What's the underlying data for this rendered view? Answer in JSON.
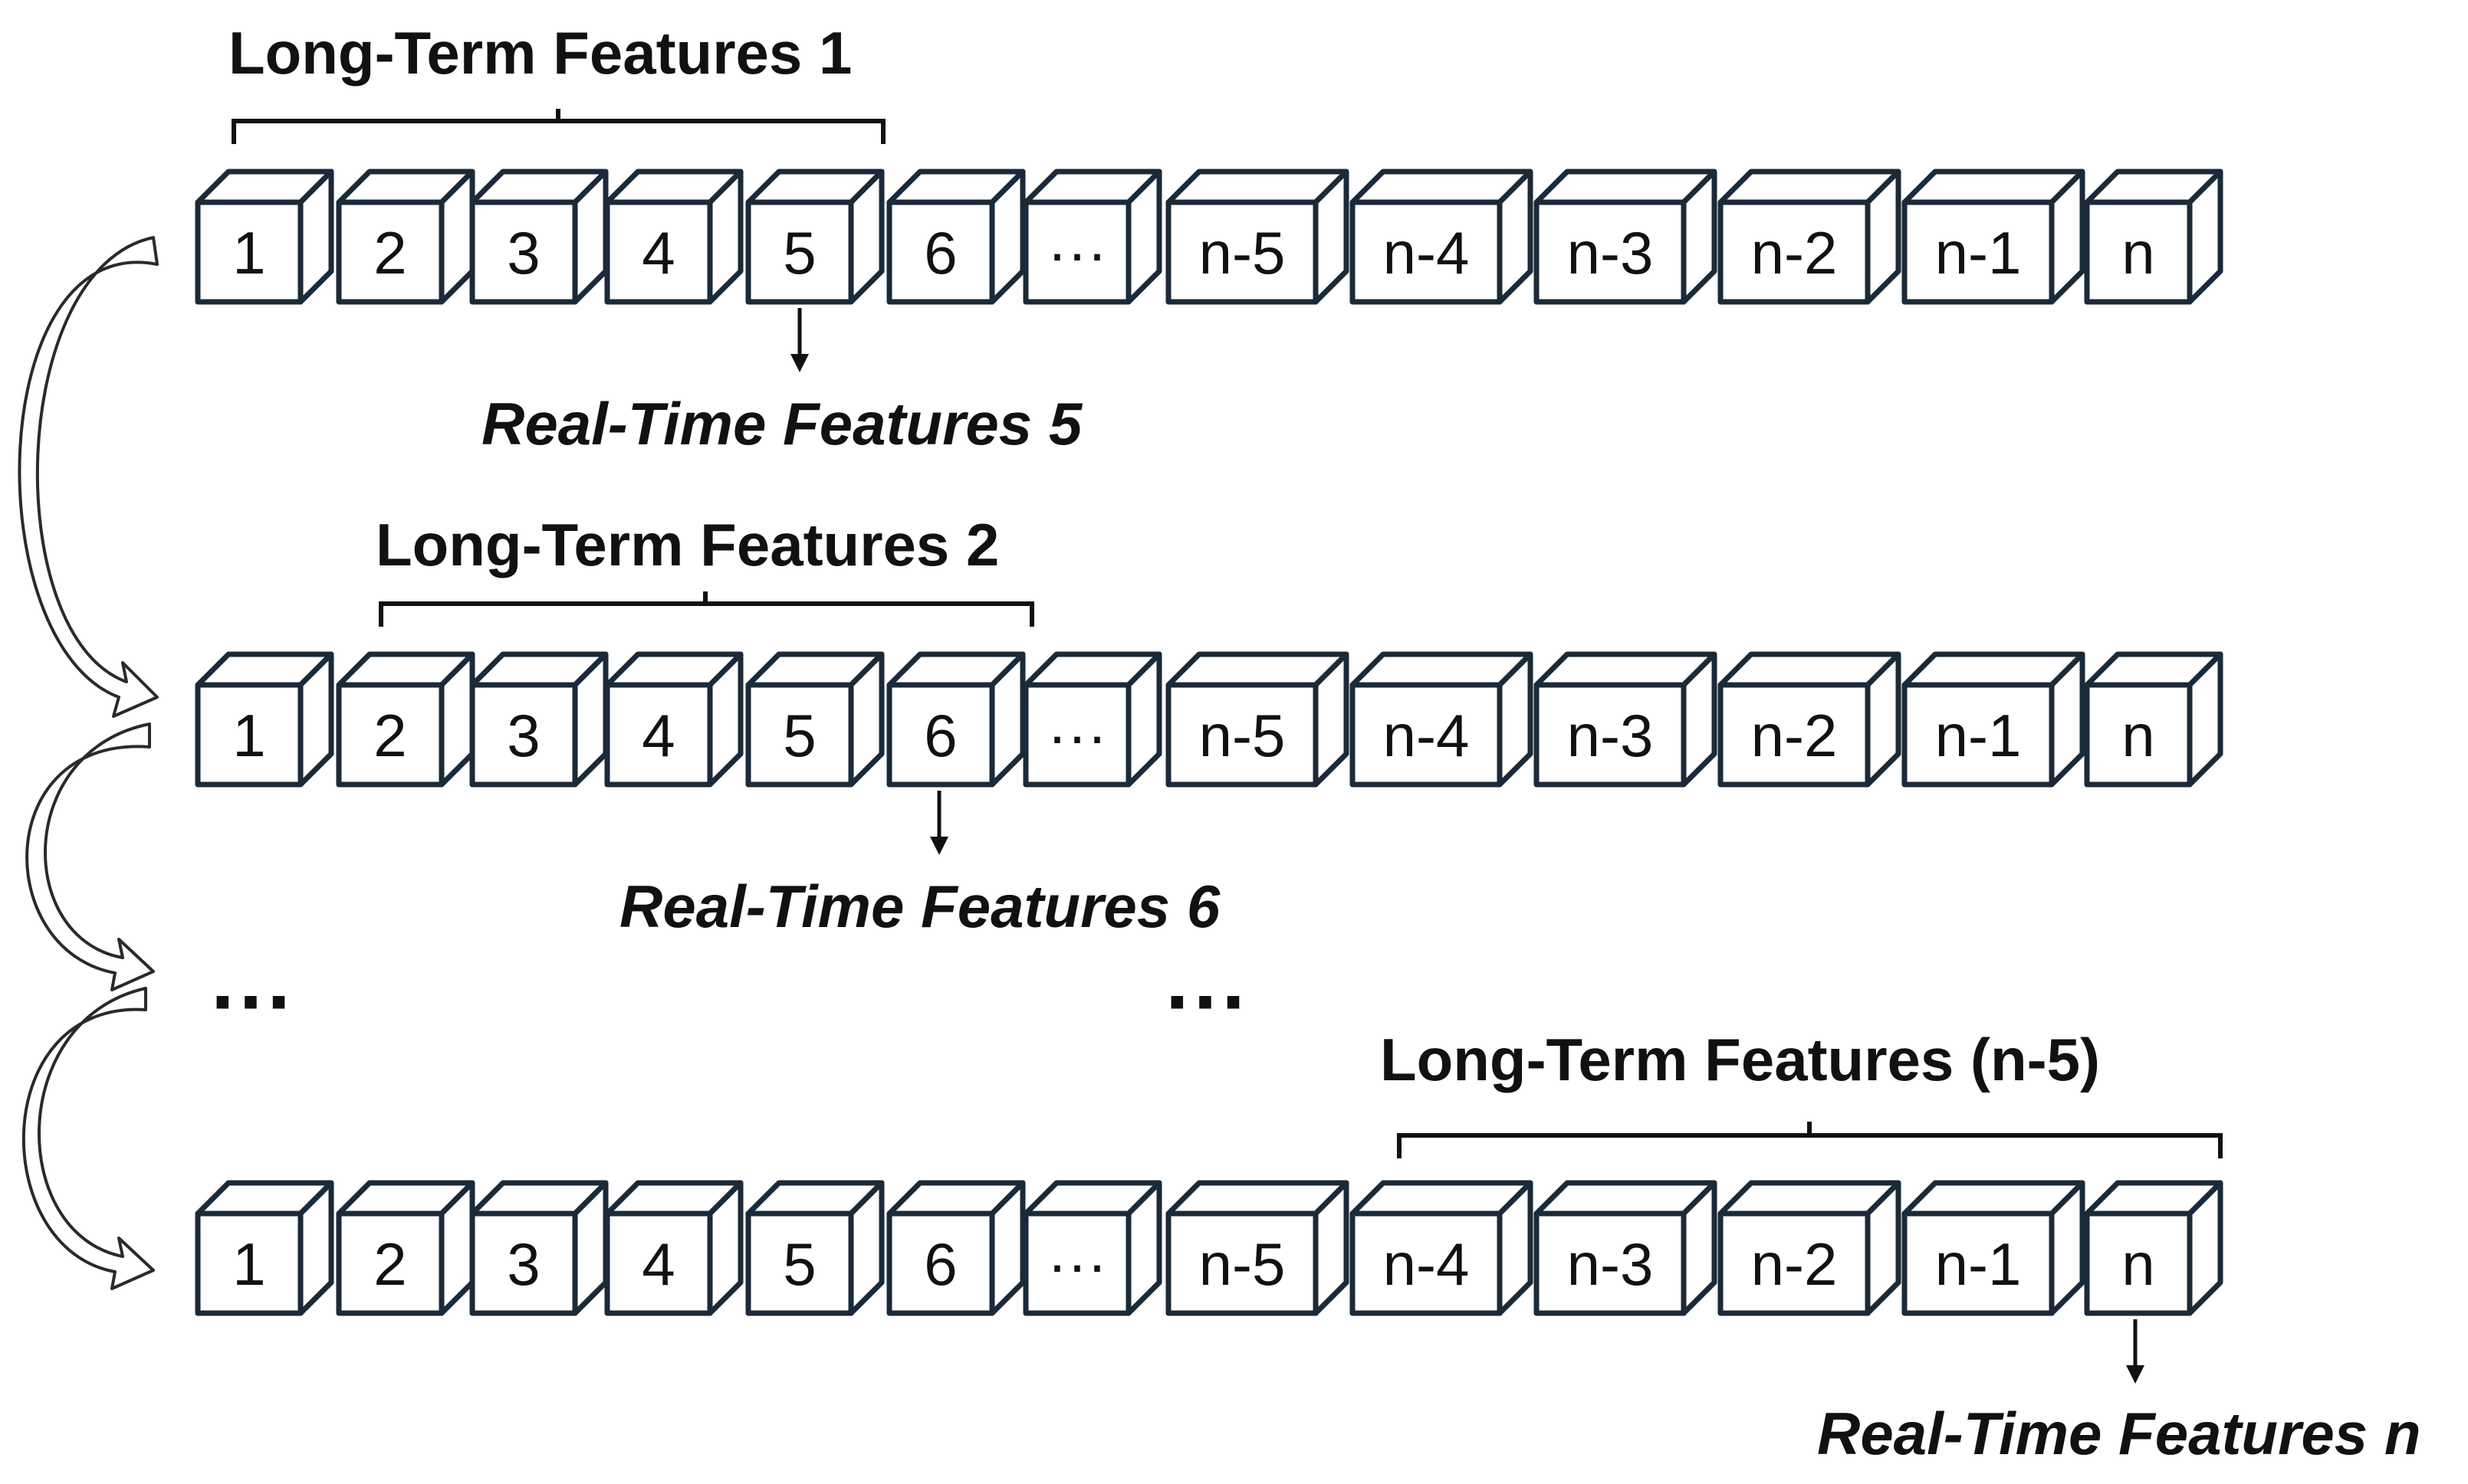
{
  "cube_labels": [
    "1",
    "2",
    "3",
    "4",
    "5",
    "6",
    "···",
    "n-5",
    "n-4",
    "n-3",
    "n-2",
    "n-1",
    "n"
  ],
  "rows": [
    {
      "long_term_label": "Long-Term Features 1",
      "real_time_label": "Real-Time Features 5"
    },
    {
      "long_term_label": "Long-Term Features 2",
      "real_time_label": "Real-Time Features 6"
    },
    {
      "long_term_label": "Long-Term Features (n-5)",
      "real_time_label": "Real-Time Features n"
    }
  ],
  "ellipsis": "···",
  "colors": {
    "cube_stroke": "#1b2a38",
    "text": "#111111",
    "background": "#ffffff"
  }
}
